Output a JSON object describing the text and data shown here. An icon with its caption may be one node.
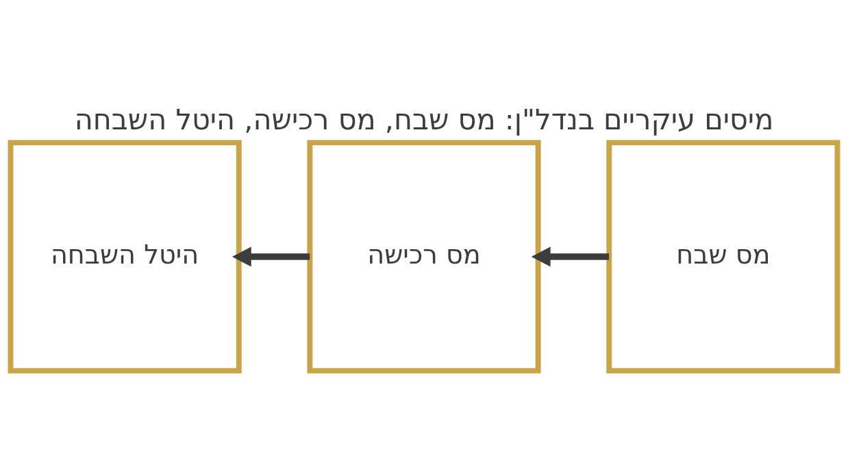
{
  "diagram": {
    "title": "מיסים עיקריים בנדל\"ן: מס שבח, מס רכישה, היטל השבחה",
    "nodes": [
      {
        "text": [
          "מס שבח"
        ]
      },
      {
        "text": [
          "מס רכישה"
        ]
      },
      {
        "text": [
          "היטל השבחה"
        ]
      }
    ],
    "edges": [
      {
        "from": 0,
        "to": 1,
        "arrow": "to"
      },
      {
        "from": 1,
        "to": 2,
        "arrow": "to"
      }
    ]
  }
}
